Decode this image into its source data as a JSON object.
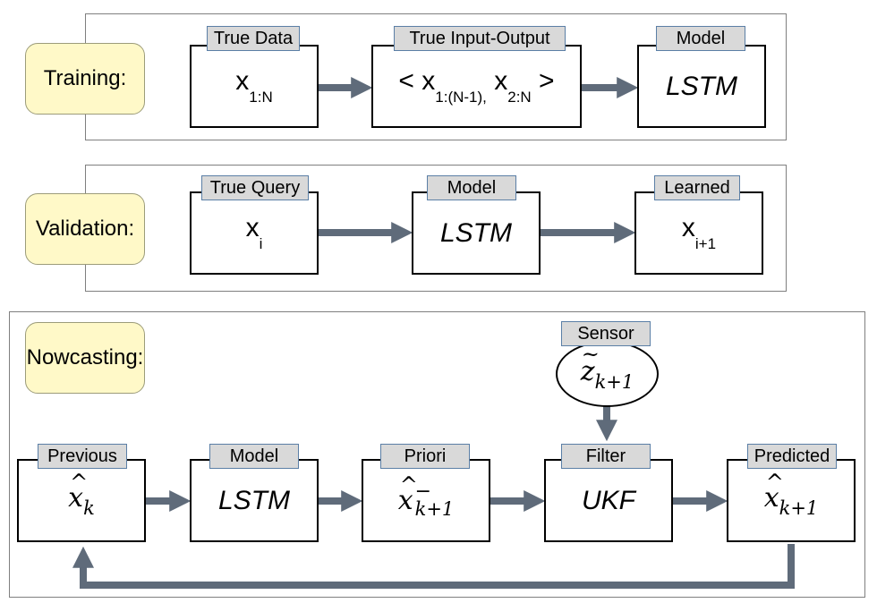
{
  "training": {
    "label": "Training:",
    "true_data": {
      "tag": "True Data",
      "var": "x",
      "sub": "1:N"
    },
    "true_io": {
      "tag": "True Input-Output",
      "open": "< ",
      "var1": "x",
      "sub1": "1:(N-1),",
      "var2": "x",
      "sub2": "2:N",
      "close": " >"
    },
    "model": {
      "tag": "Model",
      "text": "LSTM"
    }
  },
  "validation": {
    "label": "Validation:",
    "true_query": {
      "tag": "True Query",
      "var": "x",
      "sub": "i"
    },
    "model": {
      "tag": "Model",
      "text": "LSTM"
    },
    "learned": {
      "tag": "Learned",
      "var": "x",
      "sub": "i+1"
    }
  },
  "nowcasting": {
    "label": "Nowcasting:",
    "sensor": {
      "tag": "Sensor",
      "var": "z",
      "sub": "k+1"
    },
    "previous": {
      "tag": "Previous",
      "var": "x",
      "sub": "k"
    },
    "model": {
      "tag": "Model",
      "text": "LSTM"
    },
    "priori": {
      "tag": "Priori",
      "var": "x",
      "sup": "−",
      "sub": "k+1"
    },
    "filter": {
      "tag": "Filter",
      "text": "UKF"
    },
    "predicted": {
      "tag": "Predicted",
      "var": "x",
      "sub": "k+1"
    }
  },
  "colors": {
    "arrow": "#5f6b7a",
    "stage_fill": "#fff9c8",
    "tag_fill": "#d9d9d9"
  }
}
